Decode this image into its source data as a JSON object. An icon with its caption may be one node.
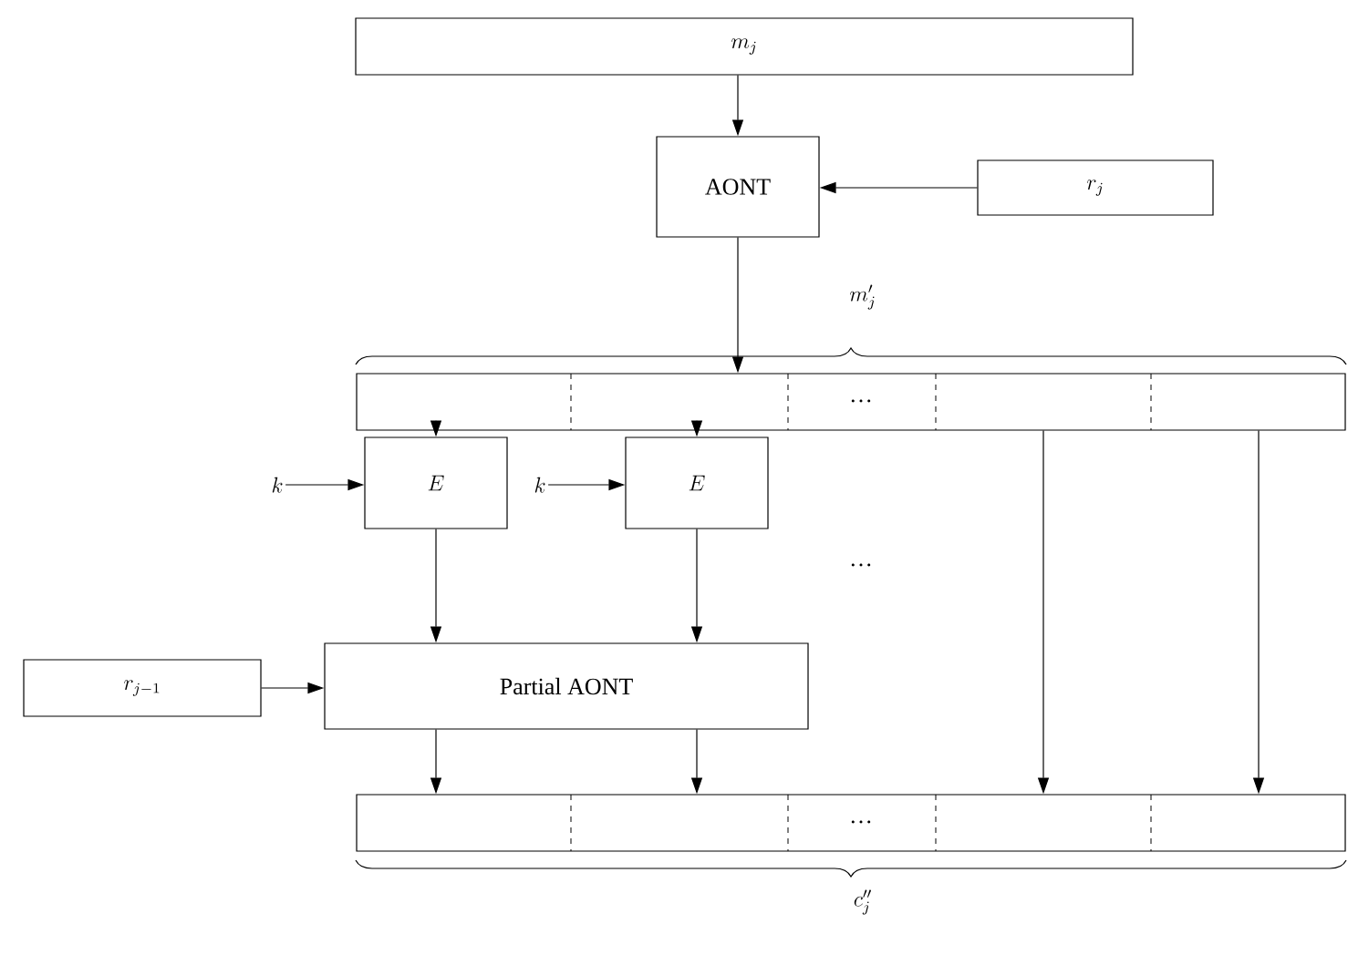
{
  "diagram": {
    "nodes": [
      {
        "text": [
          "m_j"
        ]
      },
      {
        "text": [
          "AONT"
        ]
      },
      {
        "text": [
          "r_j"
        ]
      },
      {
        "text": [
          "m'_j"
        ]
      },
      {
        "text": [
          "k"
        ]
      },
      {
        "text": [
          "E"
        ]
      },
      {
        "text": [
          "k"
        ]
      },
      {
        "text": [
          "E"
        ]
      },
      {
        "text": [
          "r_{j-1}"
        ]
      },
      {
        "text": [
          "Partial AONT"
        ]
      },
      {
        "text": [
          "c''_j"
        ]
      }
    ],
    "edges": [
      {
        "from": 0,
        "to": 1,
        "arrow": "to"
      },
      {
        "from": 2,
        "to": 1,
        "arrow": "to"
      },
      {
        "from": 1,
        "to": 3,
        "arrow": "to"
      },
      {
        "from": 3,
        "to": 5,
        "arrow": "to"
      },
      {
        "from": 3,
        "to": 7,
        "arrow": "to"
      },
      {
        "from": 4,
        "to": 5,
        "arrow": "to"
      },
      {
        "from": 6,
        "to": 7,
        "arrow": "to"
      },
      {
        "from": 5,
        "to": 9,
        "arrow": "to"
      },
      {
        "from": 7,
        "to": 9,
        "arrow": "to"
      },
      {
        "from": 8,
        "to": 9,
        "arrow": "to"
      },
      {
        "from": 9,
        "to": 10,
        "arrow": "to"
      },
      {
        "from": 9,
        "to": 10,
        "arrow": "to"
      },
      {
        "from": 3,
        "to": 10,
        "arrow": "to"
      },
      {
        "from": 3,
        "to": 10,
        "arrow": "to"
      }
    ],
    "labels": [
      "…",
      "…",
      "…"
    ]
  }
}
